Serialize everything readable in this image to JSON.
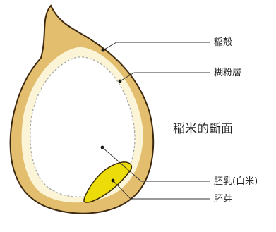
{
  "title": "稲米的斷面",
  "labels": {
    "husk": "稲殻",
    "aleurone": "糊粉層",
    "endosperm": "胚乳(白米)",
    "germ": "胚芽"
  },
  "colors": {
    "husk_fill": "#e2be6e",
    "husk_stroke": "#3d2810",
    "aleurone_fill": "#fbf4d6",
    "endosperm_fill": "#ffffff",
    "dash_stroke": "#a8a8a8",
    "germ_fill": "#ecdc0a",
    "germ_stroke": "#3a2a00",
    "leader_line": "#333333"
  }
}
